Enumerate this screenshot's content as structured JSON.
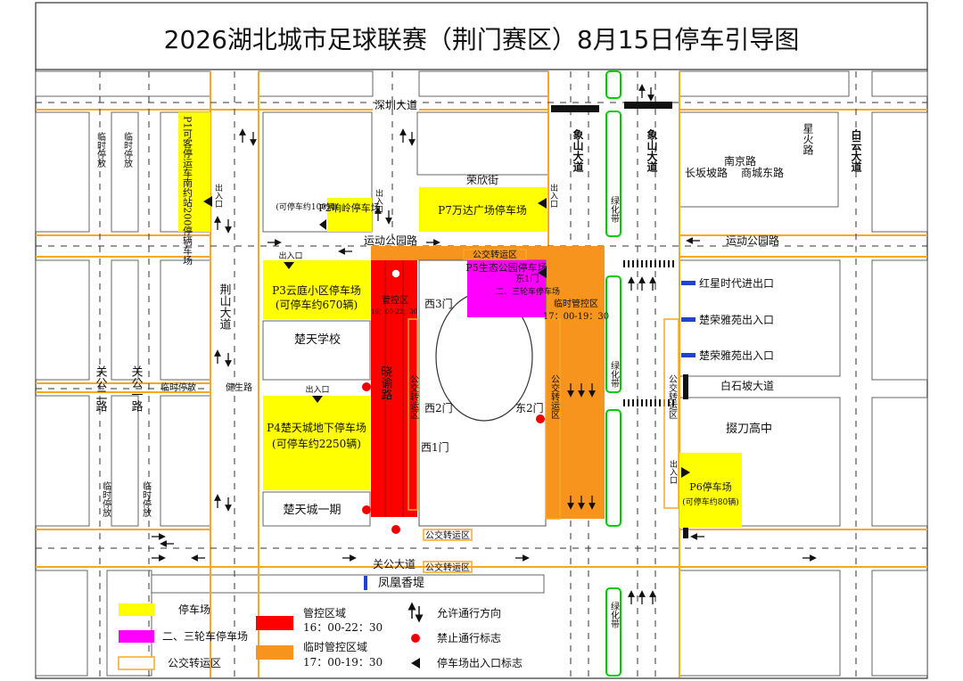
{
  "title": "2026湖北城市足球联赛（荆门赛区）8月15日停车引导图",
  "colors": {
    "parking": "#ffff00",
    "trike": "#ff00ff",
    "control": "#ff0000",
    "temp_control": "#f7941d",
    "greenbelt": "#00cc00",
    "road_line": "#f7a823"
  },
  "roads": {
    "shenzhen": "深圳大道",
    "rongxin": "荣欣街",
    "yundong_w": "运动公园路",
    "yundong_e": "运动公园路",
    "xiangshan_1": "象山大道",
    "xiangshan_2": "象山大道",
    "jingshan": "荆山大道",
    "guangong2": "关公二路",
    "guangong1": "关公一路",
    "jiansheng": "健生路",
    "xiaoyu": "晓谕路",
    "guangong_ave": "关公大道",
    "baiyun": "白云大道",
    "nanjing": "南京路",
    "changban": "长坂坡路",
    "shangcheng": "商城东路",
    "xinghuo": "星火路",
    "baishipo": "白石坡大道"
  },
  "greenbelt_label": "绿化带",
  "temp_parking_label": "临时停放",
  "entrance_label": "出入口",
  "lots": {
    "p1": "P1可客停运车南约站200停辆车场",
    "p2": "P2响岭停车场",
    "p2_cap": "(可停车约100辆)",
    "p3": "P3云庭小区停车场",
    "p3_cap": "(可停车约670辆)",
    "p4": "P4楚天城地下停车场",
    "p4_cap": "(可停车约2250辆)",
    "p5": "P5生态公园停车场",
    "p5_sub": "二、三轮车停车场",
    "p6": "P6停车场",
    "p6_cap": "(可停车约80辆)",
    "p7": "P7万达广场停车场"
  },
  "places": {
    "chutian_school": "楚天学校",
    "chutian_phase1": "楚天城一期",
    "fenghuang": "凤凰香堤",
    "bodao": "掇刀高中",
    "hongxing": "红星时代进出口",
    "churong1": "楚荣雅苑出入口",
    "churong2": "楚荣雅苑出入口"
  },
  "gates": {
    "west3": "西3门",
    "west2": "西2门",
    "west1": "西1门",
    "east1": "东1门",
    "east2": "东2门"
  },
  "control_zone_label": "管控区",
  "control_zone_time": "16：00-22：30",
  "temp_zone_label": "临时管控区",
  "temp_zone_time": "17：00-19：30",
  "bus_zone": "公交转运区",
  "legend": {
    "parking": "停车场",
    "trike": "二、三轮车停车场",
    "bus": "公交转运区",
    "control": "管控区域",
    "control_time": "16：00-22：30",
    "temp": "临时管控区域",
    "temp_time": "17：00-19：30",
    "direction": "允许通行方向",
    "noentry": "禁止通行标志",
    "entrance": "停车场出入口标志"
  }
}
